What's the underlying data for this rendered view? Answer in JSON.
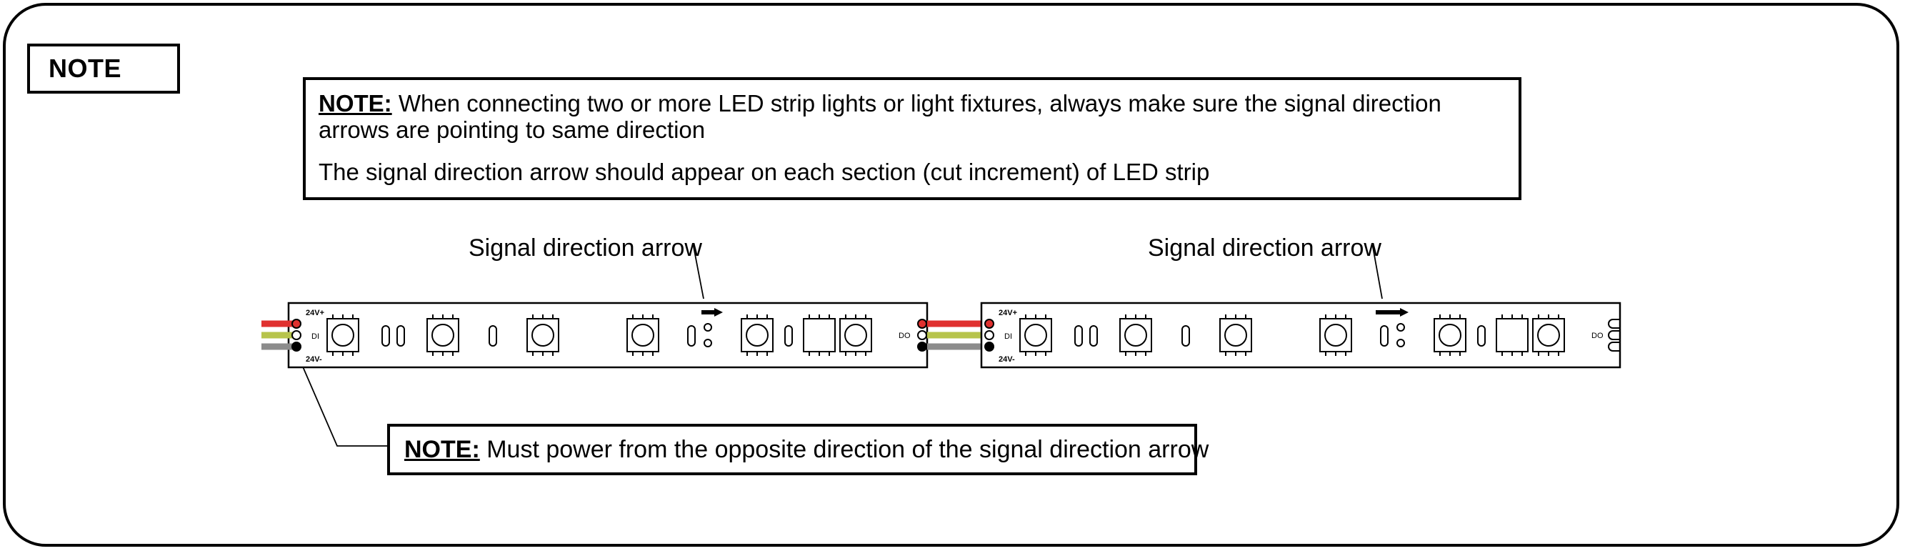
{
  "section_tag": "NOTE",
  "note_box": {
    "label": "NOTE:",
    "line1": "When connecting two or more LED strip lights or light fixtures, always make sure the signal direction arrows are pointing to same direction",
    "line2": "The signal direction arrow should appear on each section (cut increment) of LED strip"
  },
  "callout_label": "Signal direction arrow",
  "power_note": {
    "label": "NOTE:",
    "text": "Must power from the opposite direction of the signal direction arrow"
  },
  "strip_labels": {
    "positive": "24V+",
    "negative": "24V-",
    "data_in": "DI",
    "data_out": "DO"
  },
  "wire_colors": {
    "positive": "#e0312f",
    "data": "#b7c44c",
    "negative": "#8c8c8c"
  }
}
